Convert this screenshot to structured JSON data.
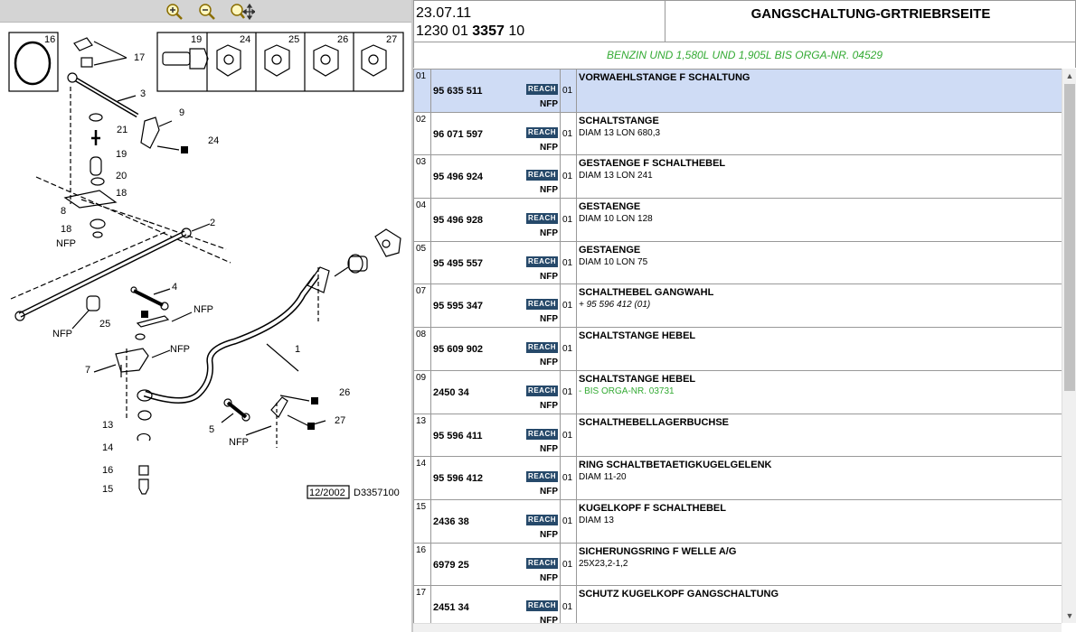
{
  "toolbar": {
    "zoom_in_icon": "zoom-in-icon",
    "zoom_out_icon": "zoom-out-icon",
    "pan_icon": "pan-zoom-icon"
  },
  "header": {
    "date": "23.07.11",
    "ref_prefix": "1230 01 ",
    "ref_bold": "3357",
    "ref_suffix": " 10",
    "title": "GANGSCHALTUNG-GRTRIEBRSEITE",
    "subtitle": "BENZIN UND 1,580L UND 1,905L BIS ORGA-NR. 04529"
  },
  "diagram": {
    "callouts": [
      "16",
      "17",
      "19",
      "24",
      "25",
      "26",
      "27",
      "3",
      "9",
      "21",
      "24",
      "19",
      "20",
      "18",
      "8",
      "18",
      "NFP",
      "2",
      "4",
      "NFP",
      "25",
      "NFP",
      "7",
      "1",
      "26",
      "13",
      "5",
      "27",
      "NFP",
      "14",
      "16",
      "15",
      "NFP"
    ],
    "date_box": "12/2002",
    "code": "D3357100"
  },
  "badges": {
    "reach": "REACH",
    "nfp": "NFP"
  },
  "rows": [
    {
      "idx": "01",
      "part": "95 635 511",
      "qty": "01",
      "desc": "VORWAEHLSTANGE F SCHALTUNG",
      "note": "",
      "note_style": "",
      "selected": true
    },
    {
      "idx": "02",
      "part": "96 071 597",
      "qty": "01",
      "desc": "SCHALTSTANGE",
      "note": "DIAM 13 LON 680,3",
      "note_style": ""
    },
    {
      "idx": "03",
      "part": "95 496 924",
      "qty": "01",
      "desc": "GESTAENGE F SCHALTHEBEL",
      "note": "DIAM 13 LON 241",
      "note_style": ""
    },
    {
      "idx": "04",
      "part": "95 496 928",
      "qty": "01",
      "desc": "GESTAENGE",
      "note": "DIAM 10 LON 128",
      "note_style": ""
    },
    {
      "idx": "05",
      "part": "95 495 557",
      "qty": "01",
      "desc": "GESTAENGE",
      "note": "DIAM 10 LON 75",
      "note_style": ""
    },
    {
      "idx": "07",
      "part": "95 595 347",
      "qty": "01",
      "desc": "SCHALTHEBEL GANGWAHL",
      "note": "+ 95 596 412 (01)",
      "note_style": "italic"
    },
    {
      "idx": "08",
      "part": "95 609 902",
      "qty": "01",
      "desc": "SCHALTSTANGE HEBEL",
      "note": "",
      "note_style": ""
    },
    {
      "idx": "09",
      "part": "2450 34",
      "qty": "01",
      "desc": "SCHALTSTANGE HEBEL",
      "note": "- BIS ORGA-NR. 03731",
      "note_style": "green"
    },
    {
      "idx": "13",
      "part": "95 596 411",
      "qty": "01",
      "desc": "SCHALTHEBELLAGERBUCHSE",
      "note": "",
      "note_style": ""
    },
    {
      "idx": "14",
      "part": "95 596 412",
      "qty": "01",
      "desc": "RING SCHALTBETAETIGKUGELGELENK",
      "note": "DIAM 11-20",
      "note_style": ""
    },
    {
      "idx": "15",
      "part": "2436 38",
      "qty": "01",
      "desc": "KUGELKOPF F SCHALTHEBEL",
      "note": "DIAM 13",
      "note_style": ""
    },
    {
      "idx": "16",
      "part": "6979 25",
      "qty": "01",
      "desc": "SICHERUNGSRING F WELLE A/G",
      "note": "25X23,2-1,2",
      "note_style": ""
    },
    {
      "idx": "17",
      "part": "2451 34",
      "qty": "01",
      "desc": "SCHUTZ KUGELKOPF GANGSCHALTUNG",
      "note": "",
      "note_style": ""
    }
  ]
}
